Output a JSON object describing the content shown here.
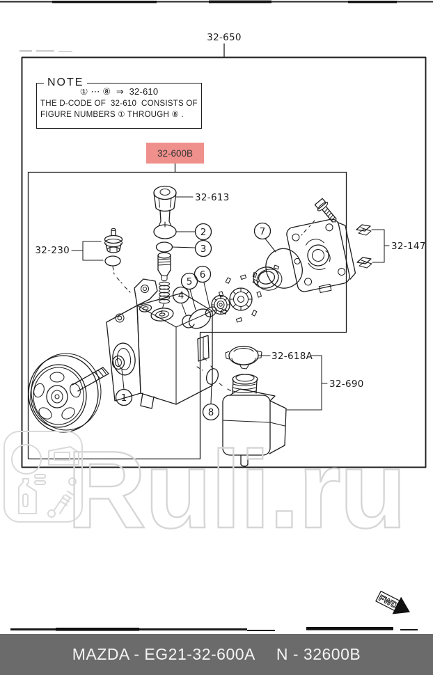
{
  "page": {
    "watermark_text": "Ruli.ru",
    "fwd_label": "FWD"
  },
  "diagram": {
    "outer_label": "32-650",
    "note": {
      "title": "NOTE",
      "rule_line": "① ⋯ ⑧  ⇒  32-610",
      "line2": "THE D-CODE OF  32-610  CONSISTS OF",
      "line3": "FIGURE NUMBERS ① THROUGH ⑧ ."
    },
    "highlight": {
      "label": "32-600B",
      "color": "#f0908c"
    },
    "part_labels": {
      "pump_cap_code": "32-613",
      "joint_code": "32-230",
      "clip_code": "32-147",
      "reservoir_cap_code": "32-618A",
      "reservoir_code": "32-690"
    },
    "callouts": [
      "1",
      "2",
      "3",
      "4",
      "5",
      "6",
      "7",
      "8"
    ]
  },
  "footer": {
    "left": "MAZDA - EG21-32-600A",
    "right": "N - 32600B",
    "bar_color": "#6b6b6b"
  }
}
